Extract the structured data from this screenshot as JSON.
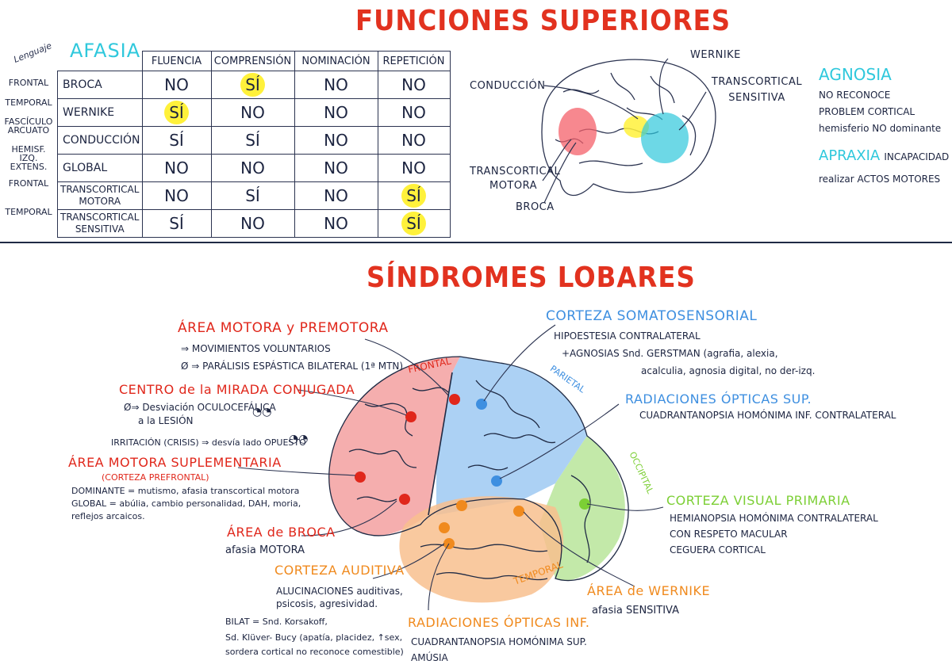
{
  "top": {
    "title": "FUNCIONES SUPERIORES",
    "side_label": "Lenguaje",
    "table_title": "AFASIA",
    "headers": [
      "FLUENCIA",
      "COMPRENSIÓN",
      "NOMINACIÓN",
      "REPETICIÓN"
    ],
    "rows": [
      {
        "region": "FRONTAL",
        "name": "BROCA",
        "values": [
          "NO",
          "SÍ",
          "NO",
          "NO"
        ]
      },
      {
        "region": "TEMPORAL",
        "name": "WERNIKE",
        "values": [
          "SÍ",
          "NO",
          "NO",
          "NO"
        ]
      },
      {
        "region": "FASCÍCULO ARCUATO",
        "name": "CONDUCCIÓN",
        "values": [
          "SÍ",
          "SÍ",
          "NO",
          "NO"
        ]
      },
      {
        "region": "HEMISF. IZQ. EXTENS.",
        "name": "GLOBAL",
        "values": [
          "NO",
          "NO",
          "NO",
          "NO"
        ]
      },
      {
        "region": "FRONTAL",
        "name": "TRANSCORTICAL MOTORA",
        "values": [
          "NO",
          "SÍ",
          "NO",
          "SÍ"
        ]
      },
      {
        "region": "TEMPORAL",
        "name": "TRANSCORTICAL SENSITIVA",
        "values": [
          "SÍ",
          "NO",
          "NO",
          "SÍ"
        ]
      }
    ],
    "brain_labels": {
      "wernike": "WERNIKE",
      "conduccion": "CONDUCCIÓN",
      "tc_sensitiva": "TRANSCORTICAL SENSITIVA",
      "tc_motora": "TRANSCORTICAL MOTORA",
      "broca": "BROCA"
    },
    "agnosia": {
      "title": "AGNOSIA",
      "lines": [
        "NO RECONOCE",
        "PROBLEM CORTICAL",
        "hemisferio NO dominante"
      ]
    },
    "apraxia": {
      "title": "APRAXIA",
      "desc": "INCAPACIDAD",
      "line2": "realizar ACTOS MOTORES"
    }
  },
  "bottom": {
    "title": "SÍNDROMES LOBARES",
    "lobes": {
      "frontal": "FRONTAL",
      "parietal": "PARIETAL",
      "occipital": "OCCIPITAL",
      "temporal": "TEMPORAL"
    },
    "motora": {
      "title": "ÁREA MOTORA y PREMOTORA",
      "lines": [
        "⇒ MOVIMIENTOS VOLUNTARIOS",
        "Ø ⇒ PARÁLISIS ESPÁSTICA BILATERAL (1ª MTN)"
      ]
    },
    "mirada": {
      "title": "CENTRO de la MIRADA CONJUGADA",
      "lines": [
        "Ø⇒ Desviación OCULOCEFÁLICA",
        "a la LESIÓN",
        "IRRITACIÓN (CRISIS) ⇒ desvía lado OPUESTO"
      ]
    },
    "suplementaria": {
      "title": "ÁREA MOTORA SUPLEMENTARIA",
      "subtitle": "(CORTEZA PREFRONTAL)",
      "lines": [
        "DOMINANTE = mutismo, afasia transcortical motora",
        "GLOBAL = abúlia, cambio personalidad, DAH, moria,",
        "reflejos arcaicos."
      ]
    },
    "broca": {
      "title": "ÁREA de BROCA",
      "line": "afasia MOTORA"
    },
    "auditiva": {
      "title": "CORTEZA AUDITIVA",
      "lines": [
        "ALUCINACIONES auditivas,",
        "psicosis, agresividad.",
        "BILAT = Snd. Korsakoff,",
        "Sd. Klüver- Bucy (apatía, placidez, ↑sex,",
        "sordera cortical   no reconoce comestible)"
      ]
    },
    "somato": {
      "title": "CORTEZA SOMATOSENSORIAL",
      "lines": [
        "HIPOESTESIA CONTRALATERAL",
        "+AGNOSIAS   Snd. GERSTMAN (agrafia, alexia,",
        "acalculia, agnosia digital, no der-izq."
      ]
    },
    "rad_sup": {
      "title": "RADIACIONES ÓPTICAS SUP.",
      "line": "CUADRANTANOPSIA HOMÓNIMA INF. CONTRALATERAL"
    },
    "visual": {
      "title": "CORTEZA VISUAL PRIMARIA",
      "lines": [
        "HEMIANOPSIA HOMÓNIMA CONTRALATERAL",
        "CON RESPETO MACULAR",
        "CEGUERA CORTICAL"
      ]
    },
    "wernike": {
      "title": "ÁREA de WERNIKE",
      "line": "afasia SENSITIVA"
    },
    "rad_inf": {
      "title": "RADIACIONES ÓPTICAS INF.",
      "lines": [
        "CUADRANTANOPSIA HOMÓNIMA SUP.",
        "AMÚSIA"
      ]
    }
  },
  "colors": {
    "red": "#e0271b",
    "cyan": "#2fc8dc",
    "blue": "#3e8fe0",
    "green": "#7ccf35",
    "orange": "#f08a1e",
    "highlight": "#fff13b"
  }
}
